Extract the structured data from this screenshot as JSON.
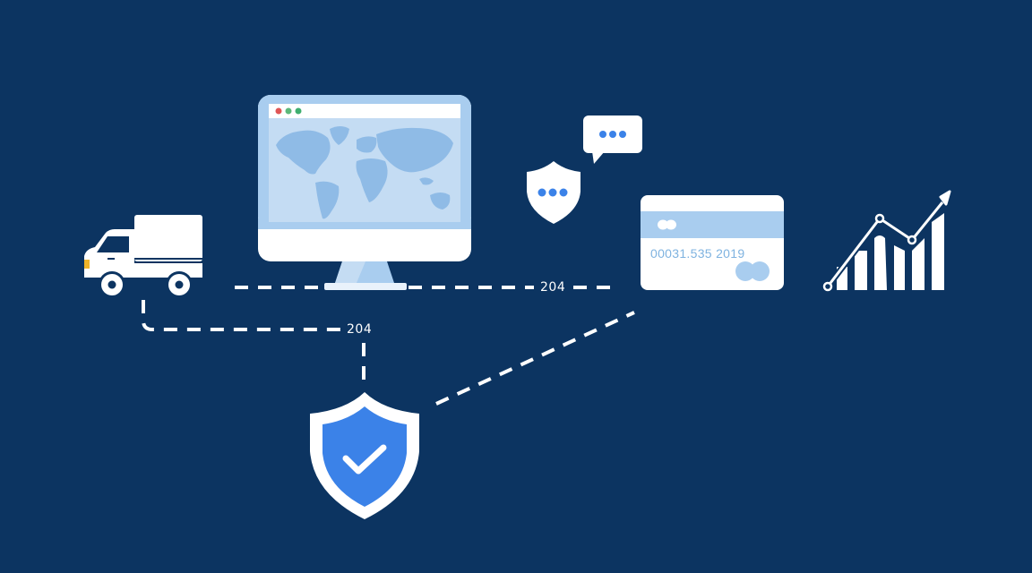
{
  "diagram": {
    "background_color": "#0c3461",
    "accent_color": "#3b82e8",
    "light_blue": "#a9cdef",
    "nodes": [
      {
        "id": "truck",
        "icon": "delivery-truck-icon"
      },
      {
        "id": "monitor",
        "icon": "world-map-monitor-icon",
        "window_dots": [
          "#e05555",
          "#5cb87a",
          "#3fae6f"
        ]
      },
      {
        "id": "shield-chat",
        "icon": "shield-typing-icon"
      },
      {
        "id": "chat-bubble",
        "icon": "chat-bubble-typing-icon"
      },
      {
        "id": "credit-card",
        "icon": "credit-card-icon",
        "card_number": "00031.535 2019"
      },
      {
        "id": "growth-chart",
        "icon": "growth-chart-icon"
      },
      {
        "id": "security-shield",
        "icon": "shield-check-icon"
      }
    ],
    "connectors": [
      {
        "from": "truck",
        "to": "monitor",
        "style": "dashed"
      },
      {
        "from": "monitor",
        "to": "credit-card",
        "style": "dashed",
        "label": "204"
      },
      {
        "from": "truck",
        "to": "security-shield",
        "style": "dashed",
        "label": "204"
      },
      {
        "from": "security-shield",
        "to": "credit-card",
        "style": "dashed"
      }
    ],
    "labels": {
      "monitor_card_link": "204",
      "truck_shield_link": "204"
    }
  }
}
